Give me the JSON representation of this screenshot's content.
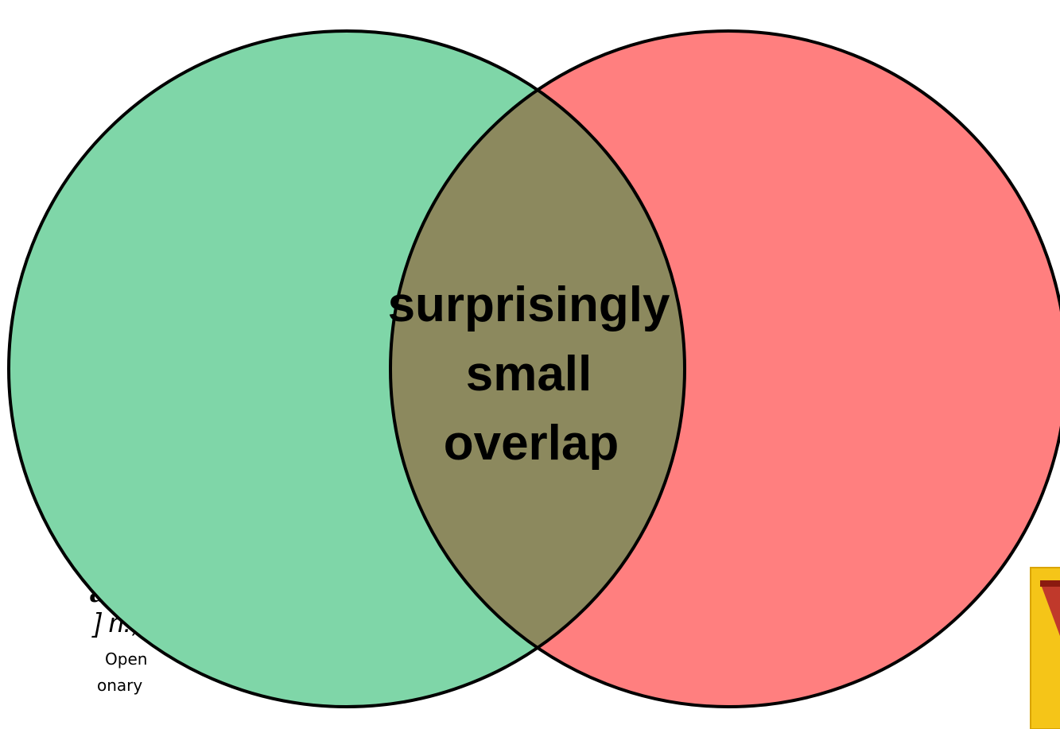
{
  "venn": {
    "overlap_label_lines": [
      "surprisingly",
      "small",
      "overlap"
    ],
    "left_circle_color": "#7fd6a8",
    "right_circle_color": "#ff7f7f",
    "overlap_color": "#8c895e",
    "outline_color": "#000000"
  },
  "background_fragment": {
    "title": "ary",
    "pos": "] n.,",
    "line1": "Open",
    "line2": "onary"
  },
  "corner_icon": {
    "name": "partial-logo-icon",
    "colors": [
      "#f5c518",
      "#c0392b"
    ]
  }
}
